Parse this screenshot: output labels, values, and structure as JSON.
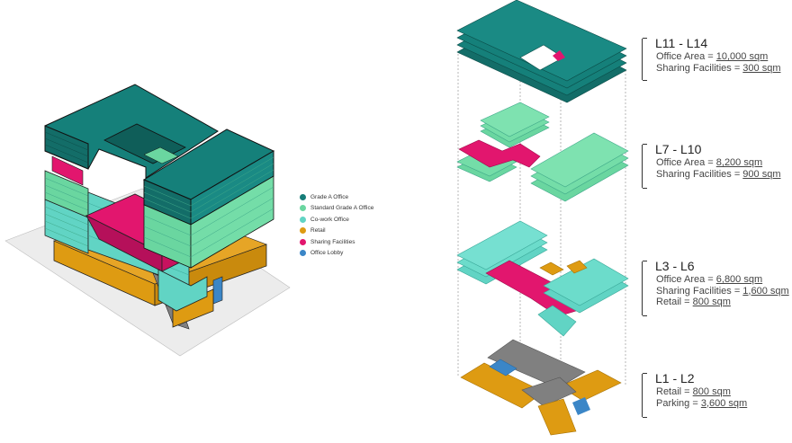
{
  "colors": {
    "grade_a_office": "#167d78",
    "standard_grade_a_office": "#6ad6a0",
    "cowork_office": "#61d4c4",
    "retail": "#de9b12",
    "sharing_facilities": "#e2166e",
    "office_lobby": "#3b86c7",
    "parking": "#808080",
    "site": "#ececec"
  },
  "legend": [
    {
      "label": "Grade A Office",
      "color": "#167d78"
    },
    {
      "label": "Standard Grade A Office",
      "color": "#6ad6a0"
    },
    {
      "label": "Co-work Office",
      "color": "#61d4c4"
    },
    {
      "label": "Retail",
      "color": "#de9b12"
    },
    {
      "label": "Sharing Facilities",
      "color": "#e2166e"
    },
    {
      "label": "Office Lobby",
      "color": "#3b86c7"
    }
  ],
  "levels": [
    {
      "title": "L11 - L14",
      "metrics": [
        {
          "label": "Office Area = ",
          "value": "10,000 sqm"
        },
        {
          "label": "Sharing Facilities = ",
          "value": "300 sqm"
        }
      ]
    },
    {
      "title": "L7 - L10",
      "metrics": [
        {
          "label": "Office Area = ",
          "value": "8,200 sqm"
        },
        {
          "label": "Sharing Facilities = ",
          "value": "900 sqm"
        }
      ]
    },
    {
      "title": "L3 - L6",
      "metrics": [
        {
          "label": "Office Area = ",
          "value": "6,800 sqm"
        },
        {
          "label": "Sharing Facilities = ",
          "value": "1,600 sqm"
        },
        {
          "label": "Retail = ",
          "value": "800 sqm"
        }
      ]
    },
    {
      "title": "L1 - L2",
      "metrics": [
        {
          "label": "Retail = ",
          "value": "800 sqm"
        },
        {
          "label": "Parking = ",
          "value": "3,600 sqm"
        }
      ]
    }
  ]
}
